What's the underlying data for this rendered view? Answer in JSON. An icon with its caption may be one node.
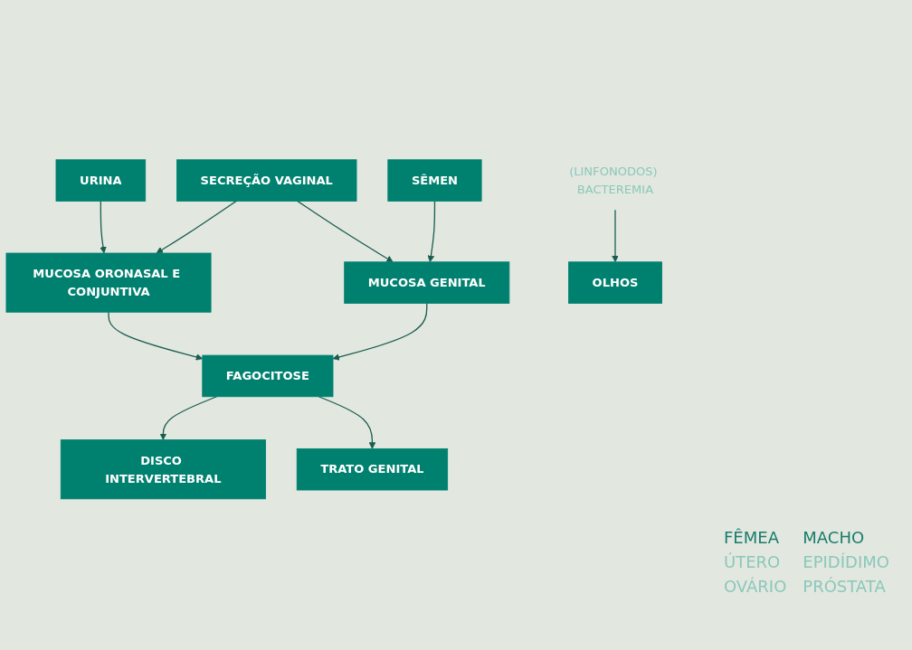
{
  "diagram": {
    "nodes": [
      {
        "text": [
          "URINA"
        ]
      },
      {
        "text": [
          "SECREÇÃO VAGINAL"
        ]
      },
      {
        "text": [
          "SÊMEN"
        ]
      },
      {
        "text": [
          "MUCOSA ORONASAL E CONJUNTIVA"
        ]
      },
      {
        "text": [
          "MUCOSA GENITAL"
        ]
      },
      {
        "text": [
          "FAGOCITOSE"
        ]
      },
      {
        "text": [
          "(LINFONODOS) BACTEREMIA"
        ]
      },
      {
        "text": [
          "DISCO INTERVERTEBRAL"
        ]
      },
      {
        "text": [
          "OLHOS"
        ]
      },
      {
        "text": [
          "TRATO GENITAL"
        ]
      }
    ],
    "edges": [
      {
        "from": 0,
        "to": 3,
        "arrow": "to"
      },
      {
        "from": 1,
        "to": 3,
        "arrow": "to"
      },
      {
        "from": 1,
        "to": 4,
        "arrow": "to"
      },
      {
        "from": 2,
        "to": 4,
        "arrow": "to"
      },
      {
        "from": 3,
        "to": 5,
        "arrow": "to"
      },
      {
        "from": 4,
        "to": 5,
        "arrow": "to"
      },
      {
        "from": 5,
        "to": 7,
        "arrow": "to"
      },
      {
        "from": 6,
        "to": 8,
        "arrow": "to"
      },
      {
        "from": 5,
        "to": 9,
        "arrow": "to"
      }
    ],
    "labels": [
      "FÊMEA",
      "MACHO",
      "ÚTERO",
      "EPIDÍDIMO",
      "OVÁRIO",
      "PRÓSTATA"
    ]
  }
}
